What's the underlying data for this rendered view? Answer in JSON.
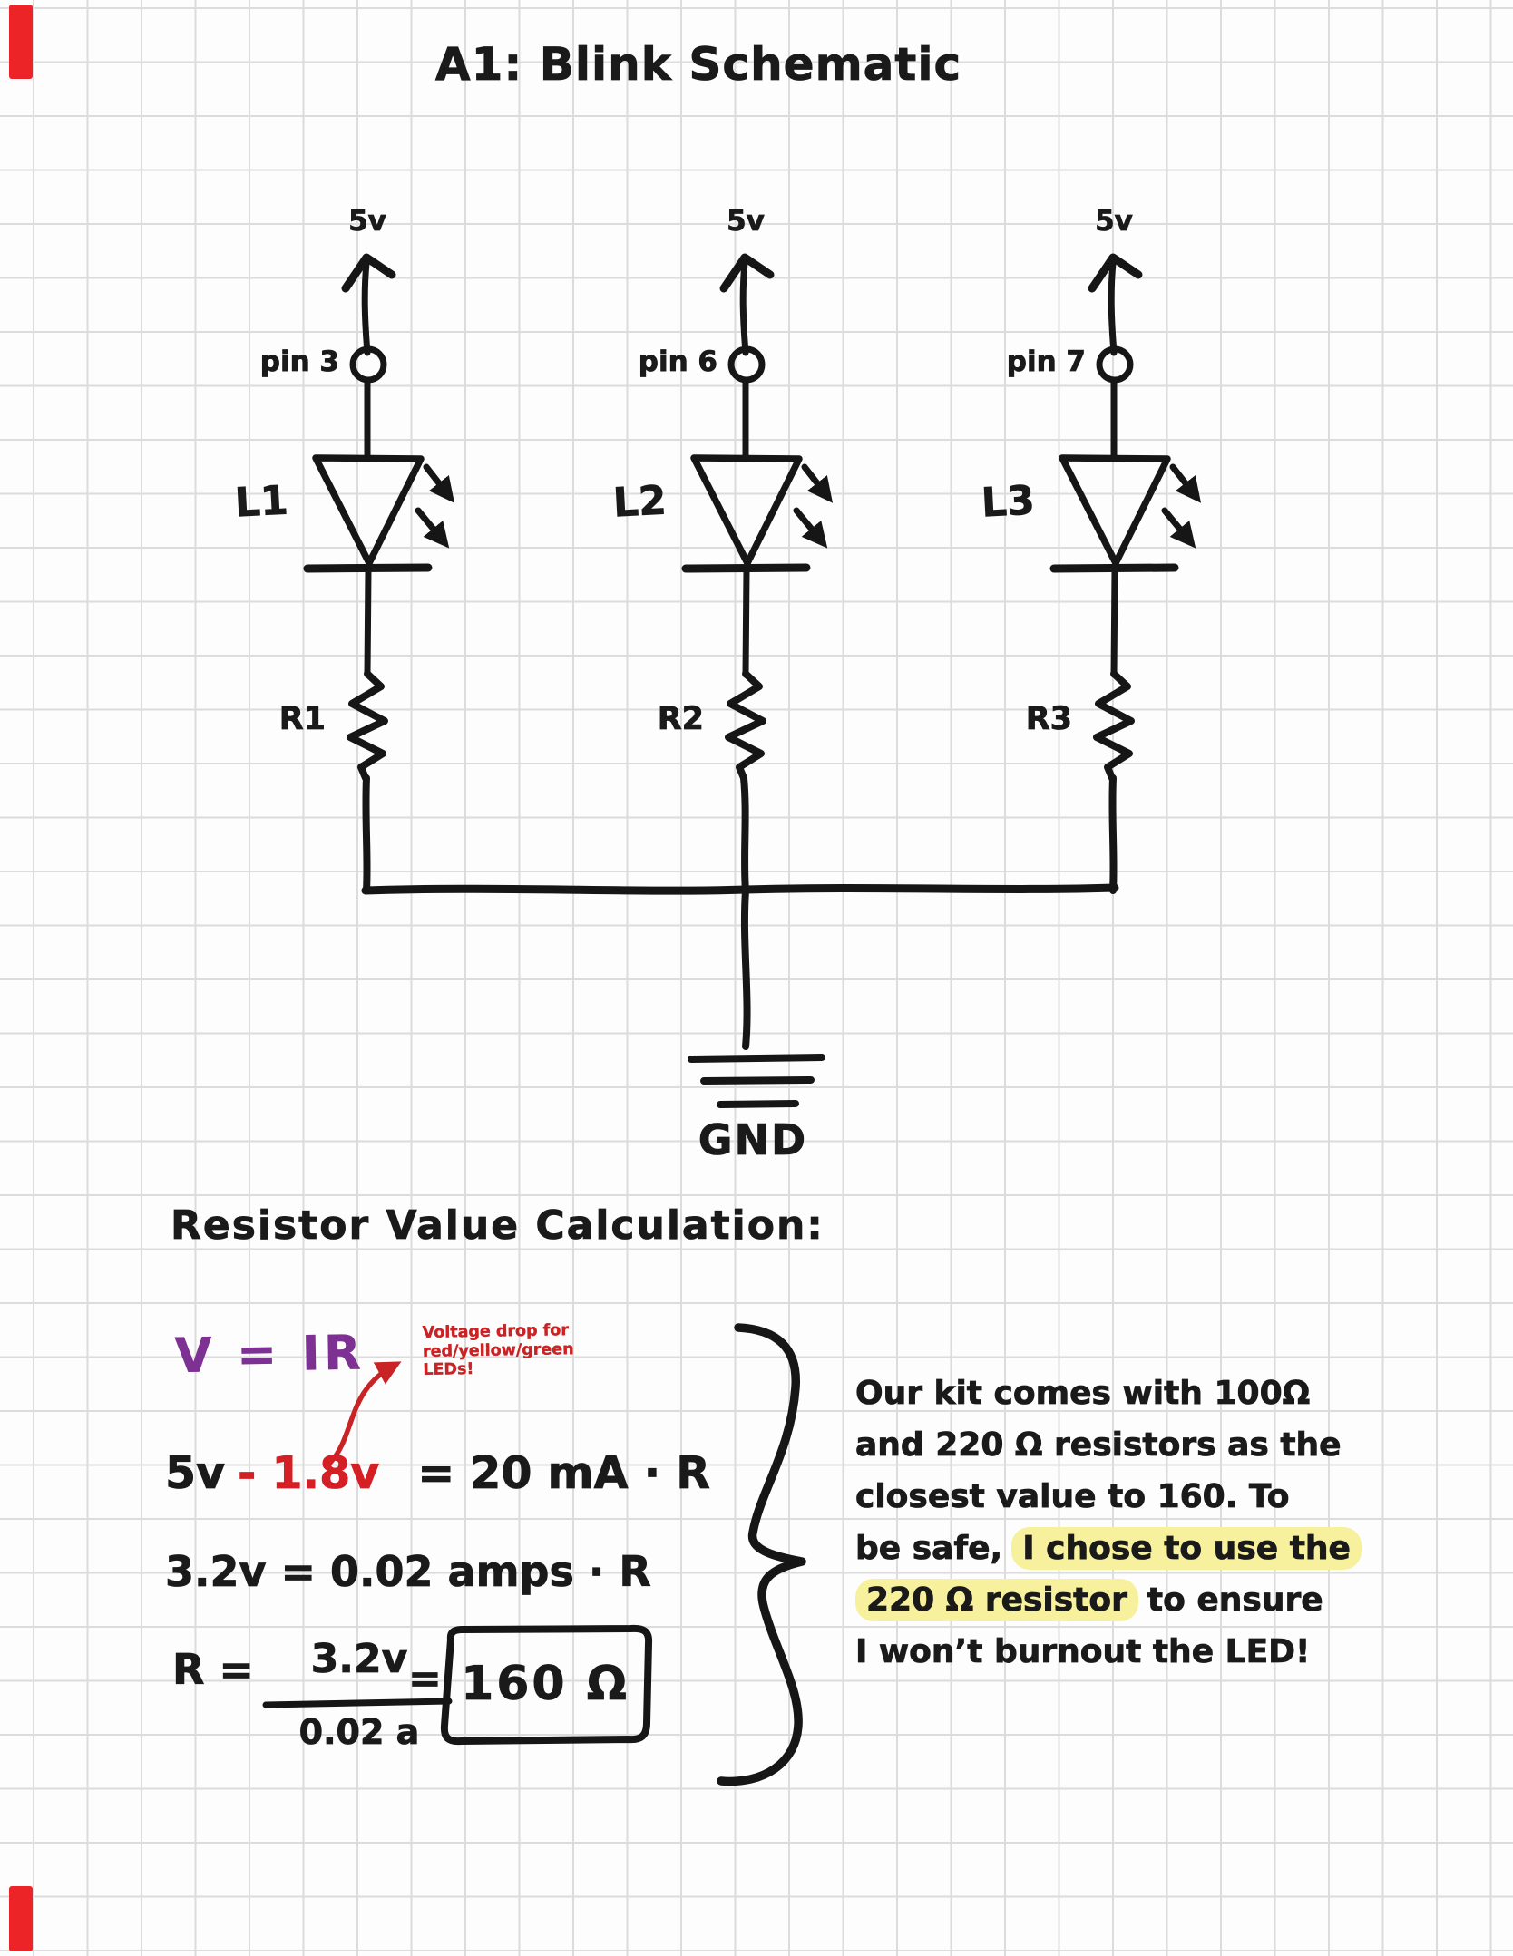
{
  "page": {
    "title": "A1: Blink Schematic"
  },
  "colors": {
    "ink": "#161616",
    "red": "#c92325",
    "purple": "#7d3192",
    "highlight": "#f7f19d",
    "paper": "#fdfdfd",
    "grid": "#dcdcdc",
    "margin_tab": "#ec2327"
  },
  "schematic": {
    "branches": [
      {
        "supply": "5v",
        "pin": "pin 3",
        "led": "L1",
        "resistor": "R1"
      },
      {
        "supply": "5v",
        "pin": "pin 6",
        "led": "L2",
        "resistor": "R2"
      },
      {
        "supply": "5v",
        "pin": "pin 7",
        "led": "L3",
        "resistor": "R3"
      }
    ],
    "ground_label": "GND"
  },
  "calculation": {
    "heading": "Resistor Value Calculation:",
    "ohms_law": "V = IR",
    "annotation": {
      "line1": "Voltage drop for",
      "line2": "red/yellow/green",
      "line3": "LEDs!"
    },
    "eq1": {
      "black1": "5v",
      "red": "- 1.8v",
      "black2": "= 20 mA · R"
    },
    "eq2": "3.2v = 0.02 amps · R",
    "eq3": {
      "lhs": "R =",
      "numerator": "3.2v",
      "denominator": "0.02 a",
      "equals": "=",
      "result": "160 Ω"
    }
  },
  "note": {
    "line1": "Our kit comes with 100Ω",
    "line2": "and 220 Ω resistors as the",
    "line3": "closest value to 160. To",
    "line4_plain": "be safe,",
    "line4_highlight": "I chose to use the",
    "line5_highlight": "220 Ω resistor",
    "line5_plain": "to ensure",
    "line6": "I won’t burnout the LED!"
  }
}
